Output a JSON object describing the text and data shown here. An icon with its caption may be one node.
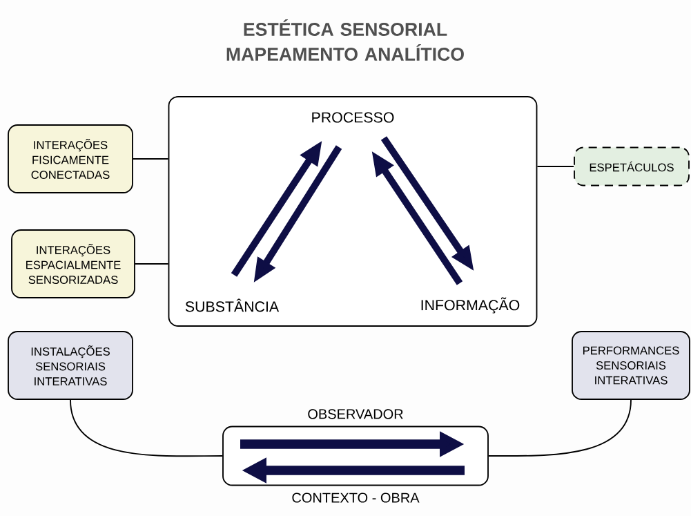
{
  "diagram": {
    "title": "ESTÉTICA SENSORIAL MAPEAMENTO ANALÍTICO",
    "nodes": [
      {
        "text": [
          "INTERAÇÕES FISICAMENTE CONECTADAS"
        ]
      },
      {
        "text": [],
        "shape": "box"
      },
      {
        "text": [
          "PROCESSO"
        ],
        "in": 1
      },
      {
        "text": [
          "ESPETÁCULOS"
        ]
      },
      {
        "text": [
          "INTERAÇÕES ESPACIALMENTE SENSORIZADAS"
        ]
      },
      {
        "text": [
          "SUBSTÂNCIA"
        ],
        "in": 1
      },
      {
        "text": [
          "INFORMAÇÃO"
        ],
        "in": 1
      },
      {
        "text": [
          "INSTALAÇÕES SENSORIAIS INTERATIVAS"
        ]
      },
      {
        "text": [
          "PERFORMANCES SENSORIAIS INTERATIVAS"
        ]
      },
      {
        "text": [
          "OBSERVADOR",
          "CONTEXTO - OBRA"
        ]
      }
    ],
    "edges": [
      {
        "from": 0,
        "to": 1,
        "arrow": "none"
      },
      {
        "from": 4,
        "to": 1,
        "arrow": "none"
      },
      {
        "from": 1,
        "to": 3,
        "arrow": "none"
      },
      {
        "from": 5,
        "to": 2,
        "arrow": "to",
        "style": "thick",
        "color": "#0e0e45"
      },
      {
        "from": 2,
        "to": 5,
        "arrow": "to",
        "style": "thick",
        "color": "#0e0e45"
      },
      {
        "from": 6,
        "to": 2,
        "arrow": "to",
        "style": "thick",
        "color": "#0e0e45"
      },
      {
        "from": 2,
        "to": 6,
        "arrow": "to",
        "style": "thick",
        "color": "#0e0e45"
      },
      {
        "from": 7,
        "to": 9,
        "arrow": "none"
      },
      {
        "from": 8,
        "to": 9,
        "arrow": "none"
      }
    ]
  }
}
